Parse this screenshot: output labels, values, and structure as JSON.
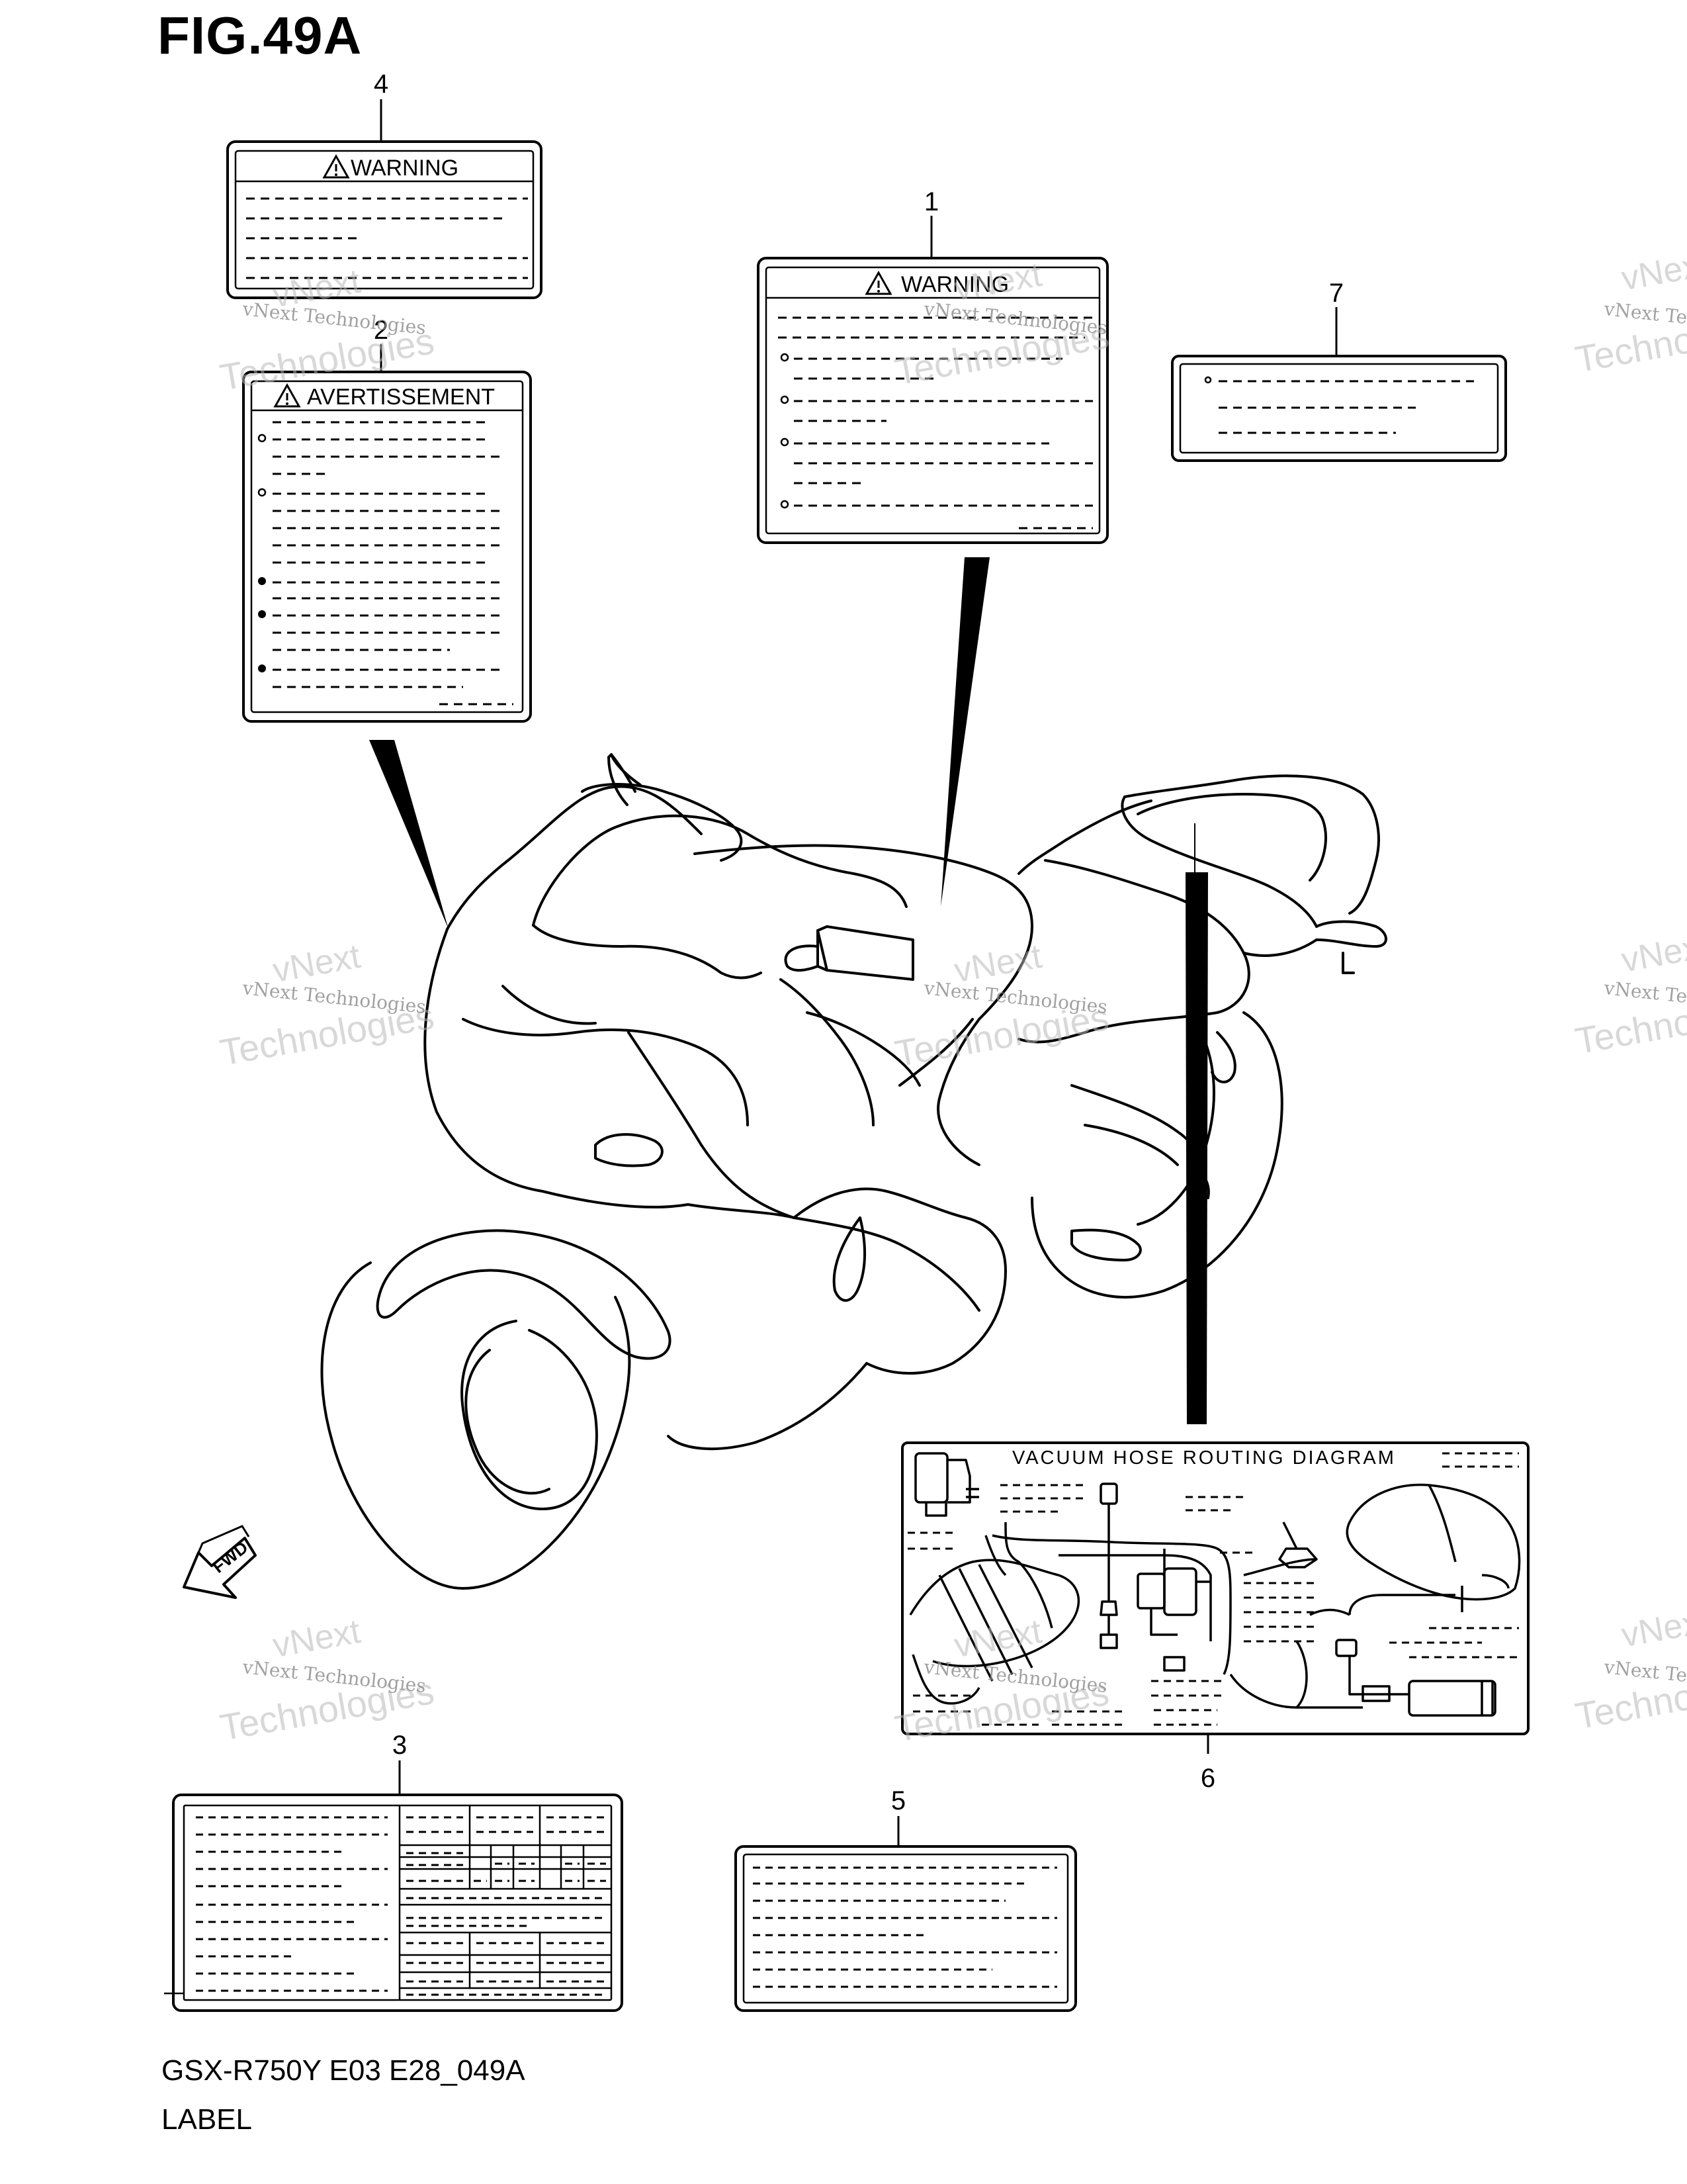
{
  "figure": {
    "title": "FIG.49A",
    "code": "GSX-R750Y E03 E28_049A",
    "name": "LABEL"
  },
  "callouts": [
    {
      "id": "1",
      "label": "1"
    },
    {
      "id": "2",
      "label": "2"
    },
    {
      "id": "3",
      "label": "3"
    },
    {
      "id": "4",
      "label": "4"
    },
    {
      "id": "5",
      "label": "5"
    },
    {
      "id": "6",
      "label": "6"
    },
    {
      "id": "7",
      "label": "7"
    }
  ],
  "labels": {
    "warning_1": {
      "heading": "WARNING"
    },
    "warning_4": {
      "heading": "WARNING"
    },
    "avertissement_2": {
      "heading": "AVERTISSEMENT"
    },
    "vacuum_6": {
      "heading": "VACUUM HOSE ROUTING DIAGRAM"
    }
  },
  "fwd_label": "FWD",
  "watermark": {
    "line1": "vNext Technologies",
    "line2": "vNext",
    "line3": "Technologies"
  }
}
